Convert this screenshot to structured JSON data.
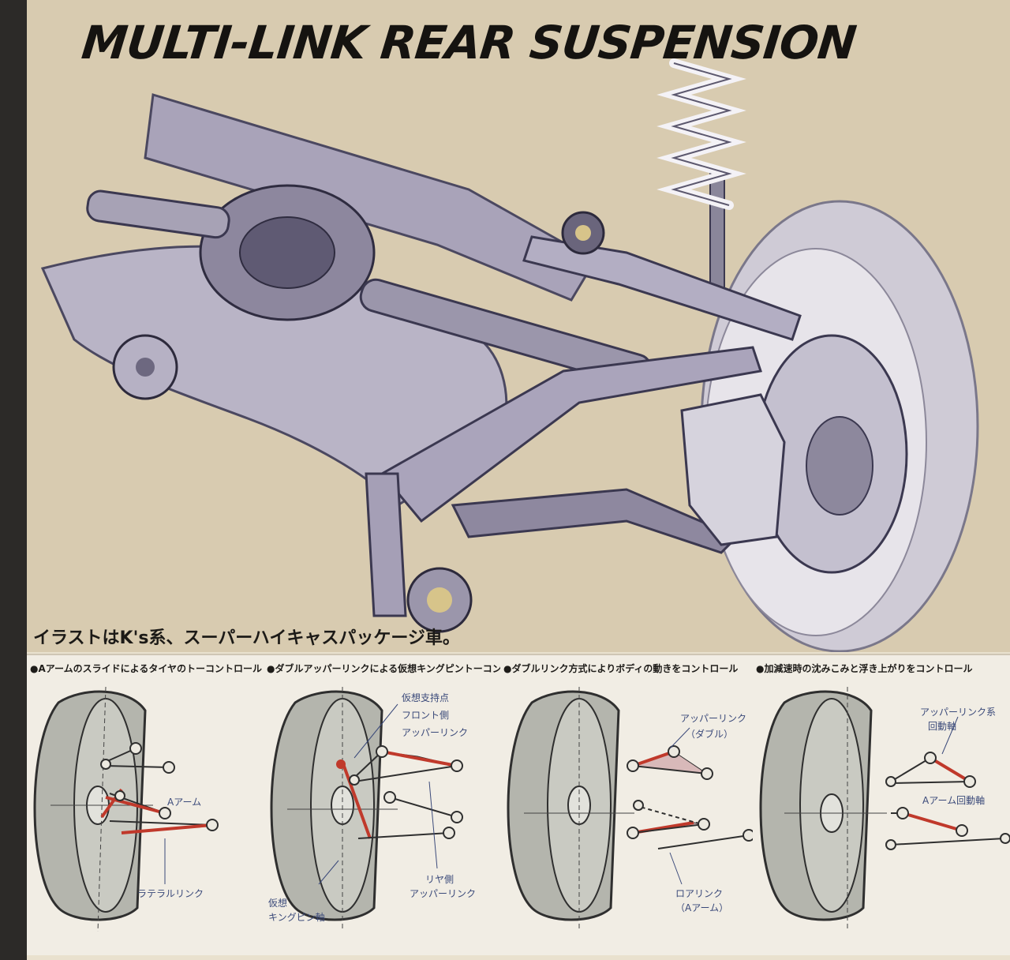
{
  "title": "MULTI-LINK REAR SUSPENSION",
  "caption": "イラストはK's系、スーパーハイキャスパッケージ車。",
  "panels": [
    {
      "title": "●Aアームのスライドによるタイヤのトーコントロール",
      "labels": [
        "Aアーム",
        "ラテラルリンク"
      ]
    },
    {
      "title": "●ダブルアッパーリンクによる仮想キングピントーコントロール",
      "labels": [
        "仮想支持点",
        "フロント側",
        "アッパーリンク",
        "仮想",
        "キングピン軸",
        "リヤ側",
        "アッパーリンク"
      ]
    },
    {
      "title": "●ダブルリンク方式によりボディの動きをコントロール",
      "labels": [
        "アッパーリンク",
        "（ダブル）",
        "ロアリンク",
        "（Aアーム）"
      ]
    },
    {
      "title": "●加減速時の沈みこみと浮き上がりをコントロール",
      "labels": [
        "アッパーリンク系",
        "回動軸",
        "Aアーム回動軸"
      ]
    }
  ],
  "colors": {
    "page_background": "#e9e1ce",
    "illustration_background": "#d8cbb0",
    "link_highlight": "#c0392b",
    "label_text": "#3b4a7a"
  }
}
